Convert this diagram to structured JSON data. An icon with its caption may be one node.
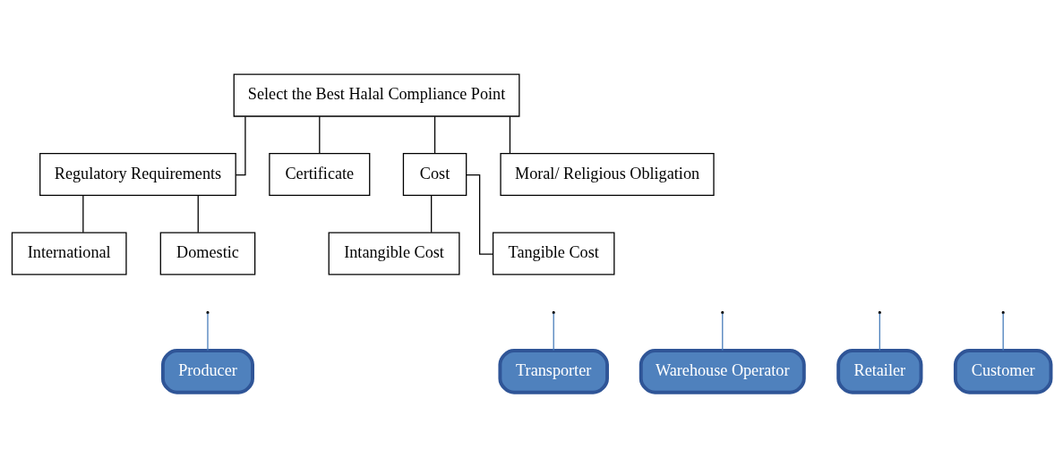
{
  "diagram": {
    "nodes": [
      {
        "text": [
          "Select the Best Halal Compliance Point"
        ]
      },
      {
        "text": [
          "Regulatory Requirements"
        ]
      },
      {
        "text": [
          "International"
        ]
      },
      {
        "text": [
          "Domestic"
        ]
      },
      {
        "text": [
          "Certificate"
        ]
      },
      {
        "text": [
          "Cost"
        ]
      },
      {
        "text": [
          "Intangible Cost"
        ]
      },
      {
        "text": [
          "Tangible Cost"
        ]
      },
      {
        "text": [
          "Moral/ Religious Obligation"
        ]
      },
      {
        "text": [
          "Producer"
        ]
      },
      {
        "text": [
          "Warehouse Operator"
        ]
      },
      {
        "text": [
          "Transporter"
        ]
      },
      {
        "text": [
          "Retailer"
        ]
      },
      {
        "text": [
          "Customer"
        ]
      }
    ],
    "edges": [
      {
        "from": 0,
        "to": 1,
        "arrow": "none"
      },
      {
        "from": 0,
        "to": 4,
        "arrow": "none"
      },
      {
        "from": 0,
        "to": 5,
        "arrow": "none"
      },
      {
        "from": 0,
        "to": 8,
        "arrow": "none"
      },
      {
        "from": 1,
        "to": 2,
        "arrow": "none"
      },
      {
        "from": 1,
        "to": 3,
        "arrow": "none"
      },
      {
        "from": 5,
        "to": 6,
        "arrow": "none"
      },
      {
        "from": 5,
        "to": 7,
        "arrow": "none"
      },
      {
        "from": null,
        "to": 9,
        "arrow": "none",
        "color": "#4a7ebb"
      },
      {
        "from": null,
        "to": 10,
        "arrow": "none",
        "color": "#4a7ebb"
      },
      {
        "from": null,
        "to": 11,
        "arrow": "none",
        "color": "#4a7ebb"
      },
      {
        "from": null,
        "to": 12,
        "arrow": "none",
        "color": "#4a7ebb"
      },
      {
        "from": null,
        "to": 13,
        "arrow": "none",
        "color": "#4a7ebb"
      }
    ]
  }
}
